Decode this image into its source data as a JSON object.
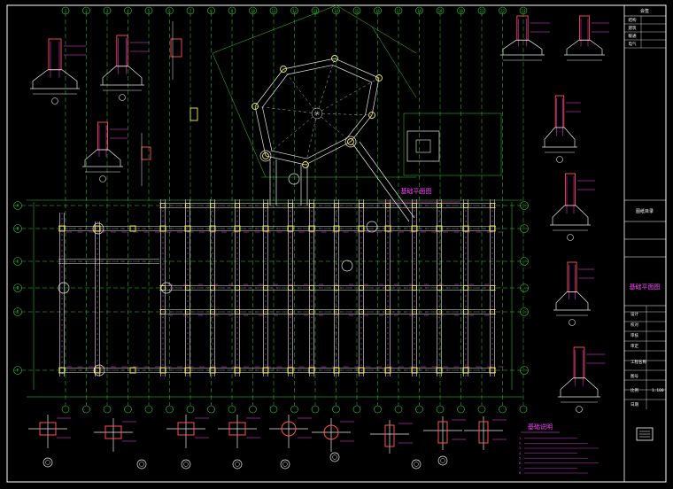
{
  "drawing": {
    "main_plan_title": "基础平面图",
    "notes_title": "基础说明",
    "sheet_title": "基础平面图",
    "title_block": {
      "top_label": "会签",
      "rows": [
        "结构",
        "建筑",
        "暖通",
        "电气"
      ],
      "mid_label": "图纸目录",
      "fields": [
        "设计",
        "校对",
        "审核",
        "审定",
        "工程名称",
        "图号",
        "比例",
        "日期"
      ],
      "scale_value": "1:100"
    },
    "axis_numbers_top": [
      "1",
      "2",
      "3",
      "4",
      "5",
      "6",
      "7",
      "8",
      "9",
      "10",
      "11",
      "12",
      "13",
      "14",
      "15",
      "16",
      "17",
      "18",
      "19",
      "20",
      "21",
      "22",
      "23"
    ],
    "axis_letters_left": [
      "A",
      "B",
      "C",
      "D",
      "E",
      "F"
    ],
    "notes_lines": [
      "1.",
      "2.",
      "3.",
      "4.",
      "5.",
      "6.",
      "7.",
      "8."
    ]
  },
  "colors": {
    "background": "#000000",
    "frame": "#ffffff",
    "grid_green": "#2fd12f",
    "beam_white": "#e8e8e8",
    "column_yellow": "#f0f040",
    "dimension_magenta": "#ff3cff",
    "detail_red": "#ff5050",
    "axis_circle": "#e8e8e8",
    "title_magenta": "#ff40ff"
  }
}
